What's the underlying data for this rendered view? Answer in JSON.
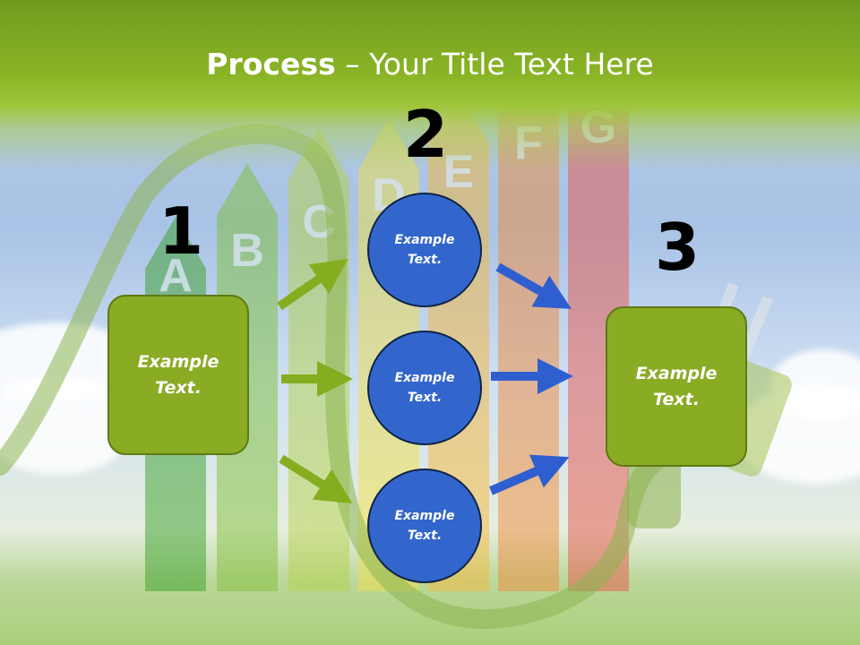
{
  "slide": {
    "title_bold": "Process",
    "title_rest": " – Your Title Text Here",
    "background_letters": [
      "A",
      "B",
      "C",
      "D",
      "E",
      "F",
      "G"
    ],
    "step_numbers": [
      "1",
      "2",
      "3"
    ],
    "left_box_text": "Example Text.",
    "right_box_text": "Example Text.",
    "circles": [
      "Example Text.",
      "Example Text.",
      "Example Text."
    ],
    "colors": {
      "green_box": "#8aab24",
      "blue_circle": "#3366cc",
      "green_arrow": "#86ad1f",
      "blue_arrow": "#2f5fcf"
    }
  }
}
